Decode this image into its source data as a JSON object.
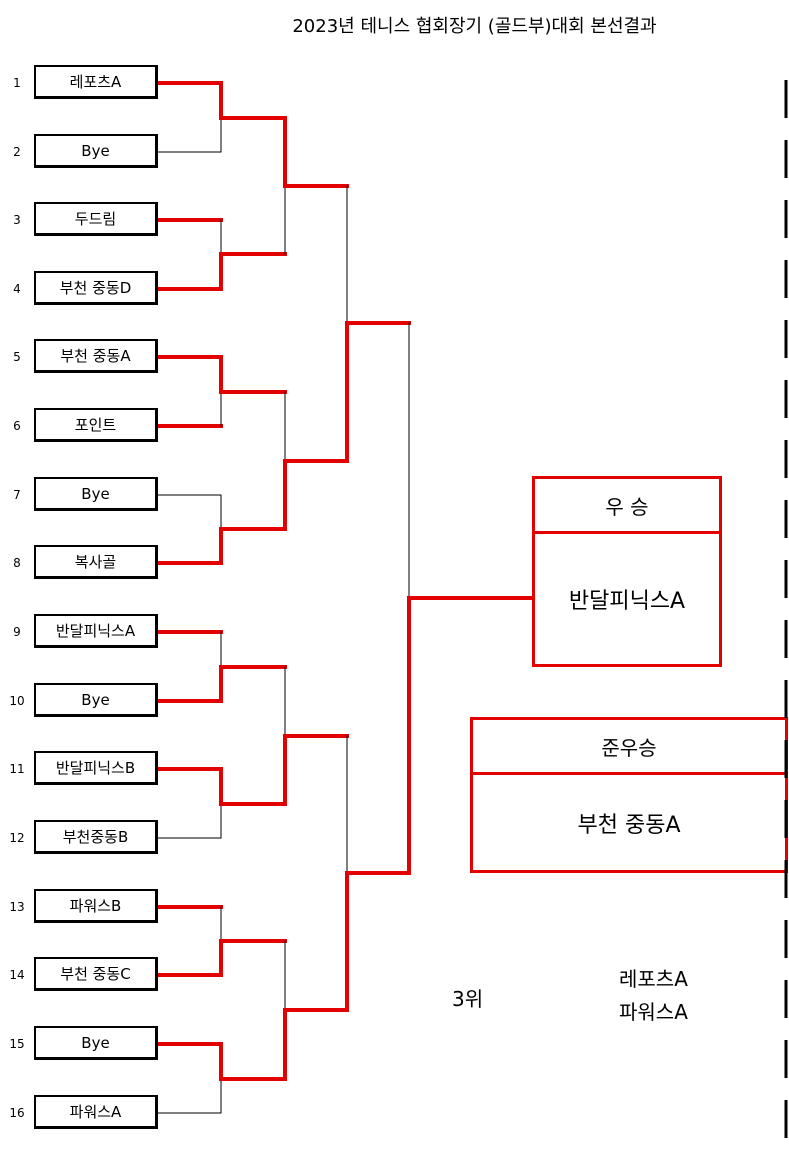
{
  "title": "2023년 테니스 협회장기  (골드부)대회 본선결과",
  "teams": [
    {
      "seed": "1",
      "name": "레포츠A"
    },
    {
      "seed": "2",
      "name": "Bye"
    },
    {
      "seed": "3",
      "name": "두드림"
    },
    {
      "seed": "4",
      "name": "부천 중동D"
    },
    {
      "seed": "5",
      "name": "부천 중동A"
    },
    {
      "seed": "6",
      "name": "포인트"
    },
    {
      "seed": "7",
      "name": "Bye"
    },
    {
      "seed": "8",
      "name": "복사골"
    },
    {
      "seed": "9",
      "name": "반달피닉스A"
    },
    {
      "seed": "10",
      "name": "Bye"
    },
    {
      "seed": "11",
      "name": "반달피닉스B"
    },
    {
      "seed": "12",
      "name": "부천중동B"
    },
    {
      "seed": "13",
      "name": "파워스B"
    },
    {
      "seed": "14",
      "name": "부천 중동C"
    },
    {
      "seed": "15",
      "name": "Bye"
    },
    {
      "seed": "16",
      "name": "파워스A"
    }
  ],
  "winner": {
    "label": "우 승",
    "name": "반달피닉스A"
  },
  "runner_up": {
    "label": "준우승",
    "name": "부천 중동A"
  },
  "third": {
    "label": "3위",
    "names": [
      "레포츠A",
      "파워스A"
    ]
  },
  "colors": {
    "advance": "#e30000",
    "eliminated": "#000000"
  }
}
